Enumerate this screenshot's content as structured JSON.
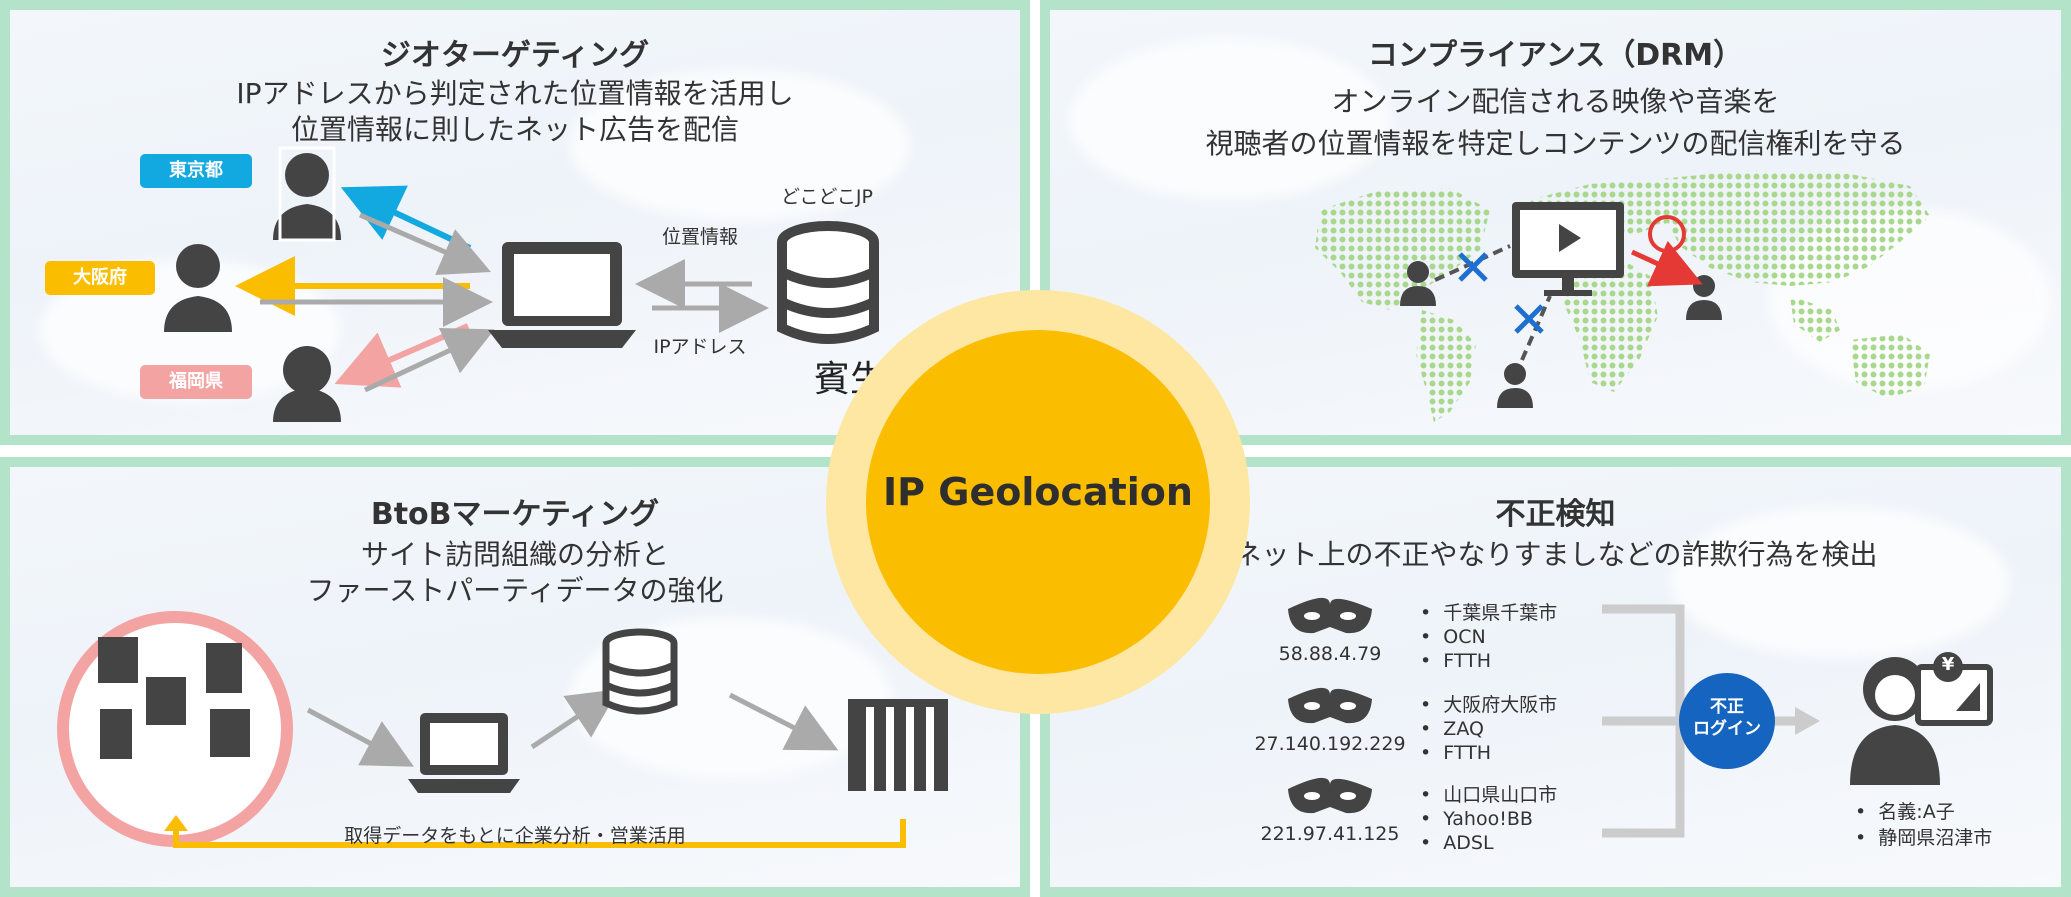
{
  "center": {
    "label": "IP Geolocation"
  },
  "geo": {
    "title": "ジオターゲティング",
    "subtitle_line1": "IPアドレスから判定された位置情報を活用し",
    "subtitle_line2": "位置情報に則したネット広告を配信",
    "regions": [
      {
        "label": "東京都",
        "color": "#12a8e0"
      },
      {
        "label": "大阪府",
        "color": "#fbbd00"
      },
      {
        "label": "福岡県",
        "color": "#f4a3a3"
      }
    ],
    "db_label": "どこどこJP",
    "upper_arrow_label": "位置情報",
    "lower_arrow_label": "IPアドレス",
    "overlay_text": "賓生"
  },
  "drm": {
    "title": "コンプライアンス（DRM）",
    "subtitle_line1": "オンライン配信される映像や音楽を",
    "subtitle_line2": "視聴者の位置情報を特定しコンテンツの配信権利を守る"
  },
  "btob": {
    "title": "BtoBマーケティング",
    "subtitle_line1": "サイト訪問組織の分析と",
    "subtitle_line2": "ファーストパーティデータの強化",
    "feedback_label": "取得データをもとに企業分析・営業活用"
  },
  "fraud": {
    "title": "不正検知",
    "subtitle": "ネット上の不正やなりすましなどの詐欺行為を検出",
    "entries": [
      {
        "ip": "58.88.4.79",
        "details": [
          "千葉県千葉市",
          "OCN",
          "FTTH"
        ]
      },
      {
        "ip": "27.140.192.229",
        "details": [
          "大阪府大阪市",
          "ZAQ",
          "FTTH"
        ]
      },
      {
        "ip": "221.97.41.125",
        "details": [
          "山口県山口市",
          "Yahoo!BB",
          "ADSL"
        ]
      }
    ],
    "badge_line1": "不正",
    "badge_line2": "ログイン",
    "account": [
      "名義:A子",
      "静岡県沼津市"
    ],
    "currency_symbol": "¥"
  },
  "colors": {
    "border": "#b3e3c8",
    "accent_yellow": "#fbbd00",
    "accent_blue": "#12a8e0",
    "accent_pink": "#f4a3a3",
    "badge_blue": "#1565c0",
    "icon_dark": "#444444"
  }
}
